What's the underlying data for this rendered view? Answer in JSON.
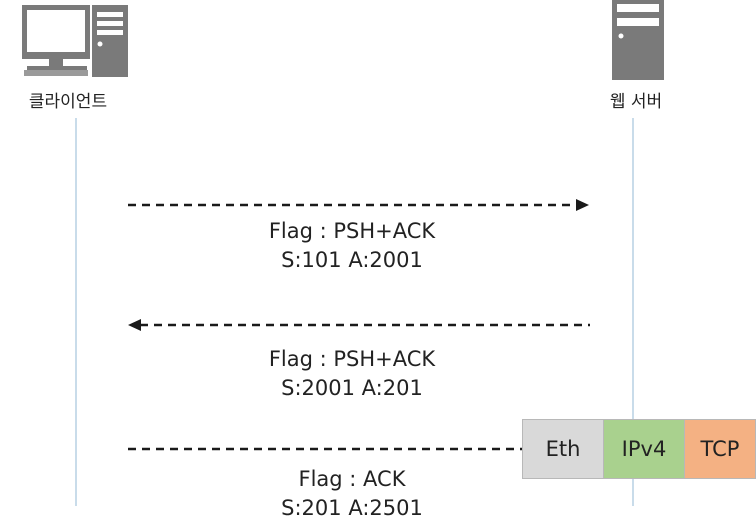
{
  "client": {
    "label": "클라이언트"
  },
  "server": {
    "label": "웹 서버"
  },
  "messages": [
    {
      "direction": "client-to-server",
      "flag_line": "Flag : PSH+ACK",
      "seq_line": "S:101 A:2001"
    },
    {
      "direction": "server-to-client",
      "flag_line": "Flag : PSH+ACK",
      "seq_line": "S:2001 A:201"
    },
    {
      "direction": "client-to-server",
      "flag_line": "Flag : ACK",
      "seq_line": "S:201 A:2501"
    }
  ],
  "packet": {
    "eth": {
      "label": "Eth",
      "color": "#d9d9d9"
    },
    "ipv4": {
      "label": "IPv4",
      "color": "#a9d18e"
    },
    "tcp": {
      "label": "TCP",
      "color": "#f4b183"
    }
  }
}
